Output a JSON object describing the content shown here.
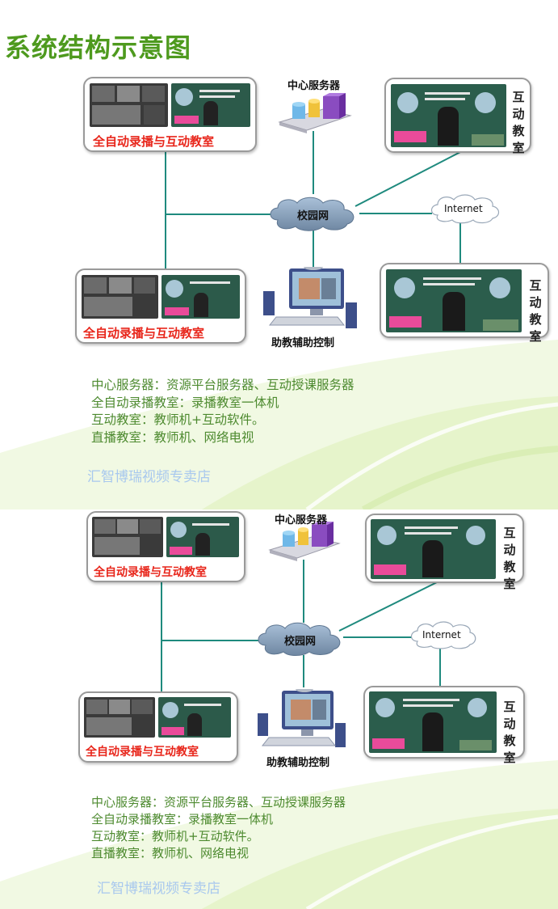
{
  "page_title": "系统结构示意图",
  "diagram": {
    "server_label": "中心服务器",
    "campus_network_label": "校园网",
    "internet_label": "Internet",
    "assistant_label": "助教辅助控制",
    "recording_classroom_label": "全自动录播与互动教室",
    "interactive_classroom_label": "互动\n教室"
  },
  "legend": [
    "中心服务器：资源平台服务器、互动授课服务器",
    "全自动录播教室：录播教室一体机",
    "互动教室：教师机+互动软件。",
    "直播教室：教师机、网络电视"
  ],
  "watermark": "汇智博瑞视频专卖店",
  "colors": {
    "title_green": "#4e9a1e",
    "legend_green": "#4d8a2f",
    "label_red": "#e8261b",
    "wire_teal": "#1f8a7e",
    "watermark_blue": "#a8c8ee"
  }
}
